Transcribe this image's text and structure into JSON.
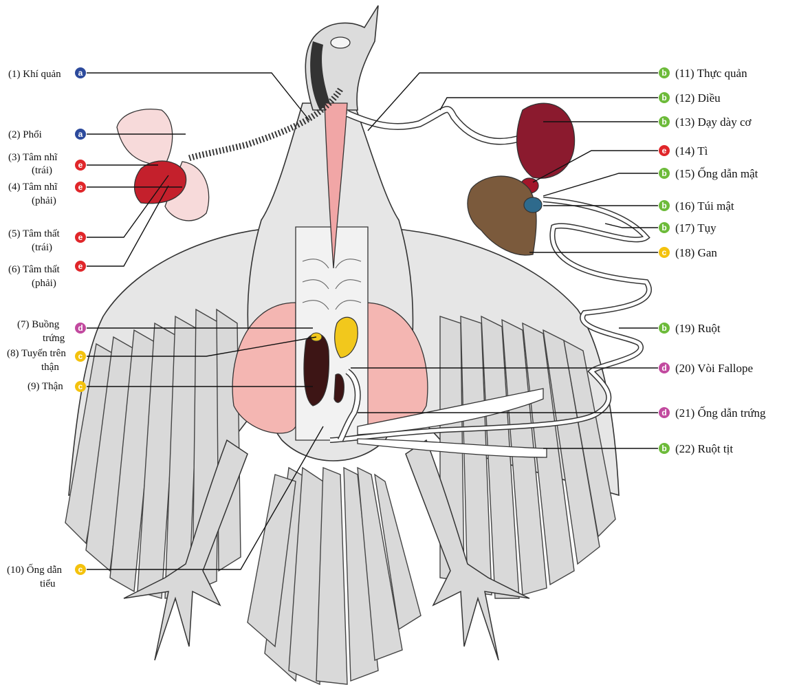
{
  "colors": {
    "a": "#2c4a9c",
    "b": "#6dbb3a",
    "c": "#f4c20d",
    "d": "#c24a9f",
    "e": "#e0262a",
    "body": "#e6e6e6",
    "lung": "#f7dada",
    "heart": "#c4202c",
    "esophagus": "#f1a6a6",
    "gizzard": "#8b1a2e",
    "liver": "#7b5a3c",
    "kidney": "#3d1515",
    "ovary": "#f2c81c",
    "gallbladder": "#2e6a8c",
    "airsac": "#f4b6b2"
  },
  "labels": {
    "l1": {
      "text": "(1) Khí quản",
      "badge": "a"
    },
    "l2": {
      "text": "(2) Phổi",
      "badge": "a"
    },
    "l3": {
      "line1": "(3) Tâm nhĩ",
      "line2": "(trái)",
      "badge": "e"
    },
    "l4": {
      "line1": "(4) Tâm nhĩ",
      "line2": "(phải)",
      "badge": "e"
    },
    "l5": {
      "line1": "(5) Tâm thất",
      "line2": "(trái)",
      "badge": "e"
    },
    "l6": {
      "line1": "(6) Tâm thất",
      "line2": "(phải)",
      "badge": "e"
    },
    "l7": {
      "line1": "(7) Buồng",
      "line2": "trứng",
      "badge": "d"
    },
    "l8": {
      "line1": "(8) Tuyến trên",
      "line2": "thận",
      "badge": "c"
    },
    "l9": {
      "text": "(9) Thận",
      "badge": "c"
    },
    "l10": {
      "line1": "(10) Ống dẫn",
      "line2": "tiểu",
      "badge": "c"
    },
    "l11": {
      "text": "(11) Thực quản",
      "badge": "b"
    },
    "l12": {
      "text": "(12) Diều",
      "badge": "b"
    },
    "l13": {
      "text": "(13) Dạy dày cơ",
      "badge": "b"
    },
    "l14": {
      "text": "(14) Tì",
      "badge": "e"
    },
    "l15": {
      "text": "(15) Ống dẫn mật",
      "badge": "b"
    },
    "l16": {
      "text": "(16) Túi mật",
      "badge": "b"
    },
    "l17": {
      "text": "(17) Tụy",
      "badge": "b"
    },
    "l18": {
      "text": "(18) Gan",
      "badge": "c"
    },
    "l19": {
      "text": "(19) Ruột",
      "badge": "b"
    },
    "l20": {
      "text": "(20) Vòi Fallope",
      "badge": "d"
    },
    "l21": {
      "text": "(21) Ống dẫn trứng",
      "badge": "d"
    },
    "l22": {
      "text": "(22) Ruột tịt",
      "badge": "b"
    }
  }
}
